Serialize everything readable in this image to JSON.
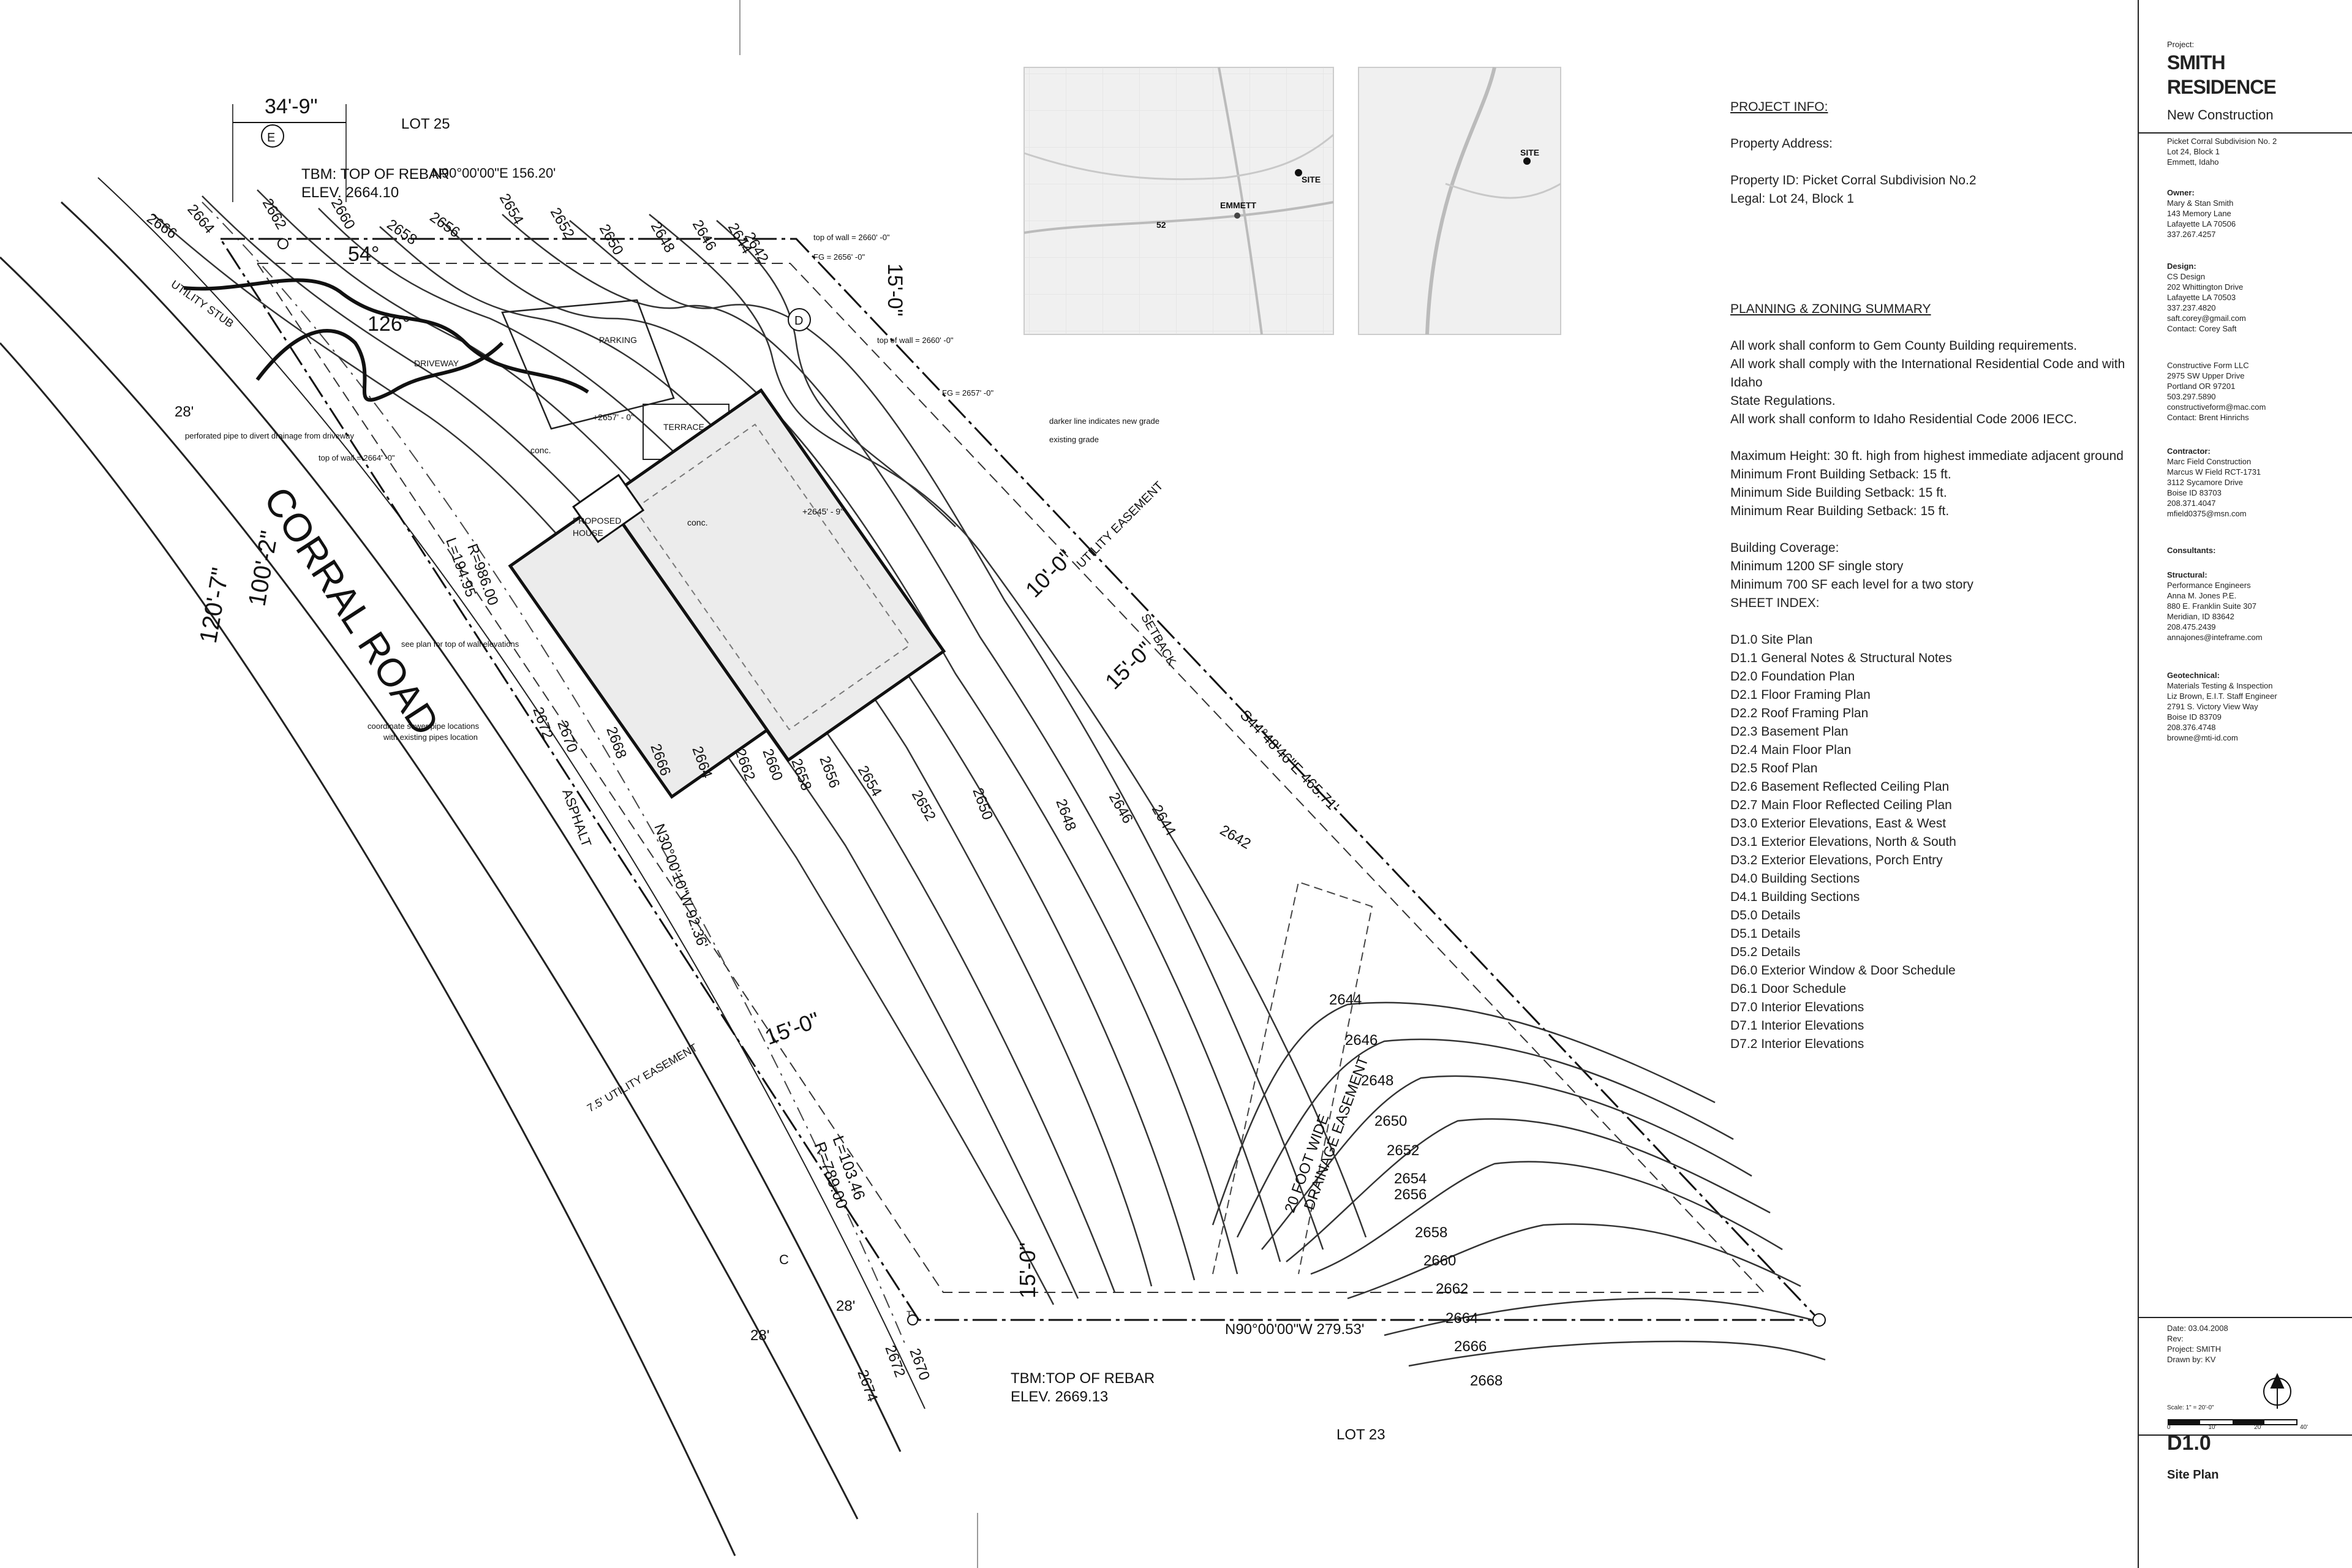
{
  "plan": {
    "road_name": "CORRAL ROAD",
    "lot_north": "LOT 25",
    "lot_south": "LOT 23",
    "dim_top": "34'-9\"",
    "dim_120": "120'-7\"",
    "dim_100": "100'-2\"",
    "dim_28a": "28'",
    "dim_28b": "28'",
    "dim_28c": "28'",
    "tbm_north": "TBM: TOP OF REBAR",
    "tbm_north_elev": "ELEV. 2664.10",
    "tbm_south": "TBM:TOP OF REBAR",
    "tbm_south_elev": "ELEV. 2669.13",
    "bearing_north": "N90°00'00\"E 156.20'",
    "bearing_east": "S44°48'46\"E 465.71'",
    "bearing_south": "N90°00'00\"W 279.53'",
    "bearing_west": "N30°00'10\"W 92.36'",
    "curve_1a": "L=194.95",
    "curve_1b": "R=986.00",
    "curve_2a": "L=103.46",
    "curve_2b": "R=789.00",
    "setback_15_top": "15'-0\"",
    "setback_10": "10'-0\"",
    "utility_easement_label": "UTILITY EASEMENT",
    "setback_15_mid": "15'-0\"",
    "setback_word": "SETBACK",
    "setback_15_west": "15'-0\"",
    "setback_15_south": "15'-0\"",
    "utility_easement_west": "7.5' UTILITY EASEMENT",
    "asphalt": "ASPHALT",
    "drainage_1": "20 FOOT WIDE",
    "drainage_2": "DRAINAGE EASEMENT",
    "proposed_house_1": "PROPOSED",
    "proposed_house_2": "HOUSE",
    "parking": "PARKING",
    "driveway": "DRIVEWAY",
    "terrace": "TERRACE",
    "conc_1": "conc.",
    "conc_2": "conc.",
    "utility_stub": "UTILITY STUB",
    "elev_2657": "+2657' - 0\"",
    "elev_2645": "+2645' - 9\"",
    "note_top_wall_2660a": "top of wall = 2660' -0\"",
    "note_fg_2656": "FG = 2656' -0\"",
    "note_top_wall_2660b": "top of wall = 2660' -0\"",
    "note_fg_2657": "FG = 2657' -0\"",
    "note_darker": "darker line indicates new grade",
    "note_existing": "existing grade",
    "note_perforated": "perforated pipe to divert drainage from driveway",
    "note_top_wall_2664": "top of wall = 2664' -0\"",
    "note_see_plan": "see plan for top of wall elevations",
    "note_sewer_1": "coordinate sewer pipe locations",
    "note_sewer_2": "with existing pipes location",
    "angle_54": "54°",
    "angle_126": "126°",
    "marker_e": "E",
    "marker_d": "D",
    "marker_c": "C",
    "marker_t": "T",
    "contours_main": [
      "2666",
      "2664",
      "2662",
      "2660",
      "2658",
      "2656",
      "2654",
      "2652",
      "2650",
      "2648",
      "2646",
      "2644",
      "2642"
    ],
    "contours_south": [
      "2644",
      "2646",
      "2648",
      "2650",
      "2652",
      "2654",
      "2656",
      "2658",
      "2660",
      "2662",
      "2664",
      "2666",
      "2668"
    ],
    "contours_mid": [
      "2672",
      "2670",
      "2668",
      "2666",
      "2664",
      "2662",
      "2660",
      "2658",
      "2656",
      "2654",
      "2652",
      "2650",
      "2648",
      "2646",
      "2644",
      "2642"
    ],
    "contours_bottom": [
      "2670",
      "2672",
      "2674"
    ]
  },
  "info": {
    "project_info": "PROJECT INFO:",
    "property_address": "Property Address:",
    "property_id": "Property ID: Picket Corral Subdivision No.2",
    "legal": "Legal: Lot 24, Block 1",
    "planning": "PLANNING & ZONING SUMMARY",
    "p1": "All work shall conform to Gem County Building requirements.",
    "p2": "All work shall comply with the International Residential Code and with Idaho",
    "p2b": "State Regulations.",
    "p3": "All work shall conform to Idaho Residential Code 2006 IECC.",
    "max_height": "Maximum Height: 30 ft. high from highest immediate adjacent ground",
    "front_setback": "Minimum Front Building Setback: 15 ft.",
    "side_setback": "Minimum Side Building Setback: 15 ft.",
    "rear_setback": "Minimum Rear Building Setback: 15 ft.",
    "coverage": "Building Coverage:",
    "cov1": "Minimum 1200 SF single story",
    "cov2": "Minimum 700 SF each level for a two story",
    "sheet_index": "SHEET INDEX:",
    "sheets": [
      "D1.0 Site Plan",
      "D1.1 General Notes & Structural Notes",
      "D2.0 Foundation Plan",
      "D2.1 Floor Framing Plan",
      "D2.2 Roof Framing Plan",
      "D2.3 Basement Plan",
      "D2.4 Main Floor Plan",
      "D2.5 Roof Plan",
      "D2.6 Basement Reflected Ceiling Plan",
      "D2.7 Main Floor Reflected Ceiling Plan",
      "D3.0 Exterior Elevations, East & West",
      "D3.1 Exterior Elevations, North & South",
      "D3.2 Exterior Elevations, Porch Entry",
      "D4.0 Building Sections",
      "D4.1 Building Sections",
      "D5.0 Details",
      "D5.1 Details",
      "D5.2 Details",
      "D6.0 Exterior Window & Door Schedule",
      "D6.1 Door Schedule",
      "D7.0 Interior Elevations",
      "D7.1 Interior Elevations",
      "D7.2 Interior Elevations"
    ]
  },
  "maps": {
    "site": "SITE",
    "emmett": "EMMETT",
    "route": "52",
    "site2": "SITE"
  },
  "titleblock": {
    "project_label": "Project:",
    "name1": "SMITH",
    "name2": "RESIDENCE",
    "new_construction": "New Construction",
    "sub1": "Picket Corral Subdivision No. 2",
    "sub2": "Lot 24, Block 1",
    "sub3": "Emmett, Idaho",
    "owner_h": "Owner:",
    "owner": [
      "Mary & Stan Smith",
      "143 Memory Lane",
      "Lafayette LA 70506",
      "337.267.4257"
    ],
    "design_h": "Design:",
    "design": [
      "CS Design",
      "202 Whittington Drive",
      "Lafayette LA 70503",
      "337.237.4820",
      "saft.corey@gmail.com",
      "Contact: Corey Saft"
    ],
    "cf": [
      "Constructive Form LLC",
      "2975 SW Upper Drive",
      "Portland OR 97201",
      "503.297.5890",
      "constructiveform@mac.com",
      "Contact: Brent Hinrichs"
    ],
    "contractor_h": "Contractor:",
    "contractor": [
      "Marc Field Construction",
      "Marcus W Field RCT-1731",
      "3112 Sycamore Drive",
      "Boise ID 83703",
      "208.371.4047",
      "mfield0375@msn.com"
    ],
    "consultants_h": "Consultants:",
    "structural_h": "Structural:",
    "structural": [
      "Performance Engineers",
      "Anna M. Jones P.E.",
      "880 E. Franklin Suite 307",
      "Meridian, ID 83642",
      "208.475.2439",
      "annajones@inteframe.com"
    ],
    "geo_h": "Geotechnical:",
    "geo": [
      "Materials Testing & Inspection",
      "Liz Brown, E.I.T. Staff Engineer",
      "2791 S. Victory View Way",
      "Boise ID 83709",
      "208.376.4748",
      "browne@mti-id.com"
    ],
    "date": "Date: 03.04.2008",
    "rev": "Rev:",
    "project": "Project: SMITH",
    "drawn": "Drawn by: KV",
    "scale": "Scale: 1\" = 20'-0\"",
    "scale_ticks": [
      "0",
      "10'",
      "20'",
      "40'"
    ],
    "sheet": "D1.0",
    "sheet_title": "Site Plan"
  }
}
